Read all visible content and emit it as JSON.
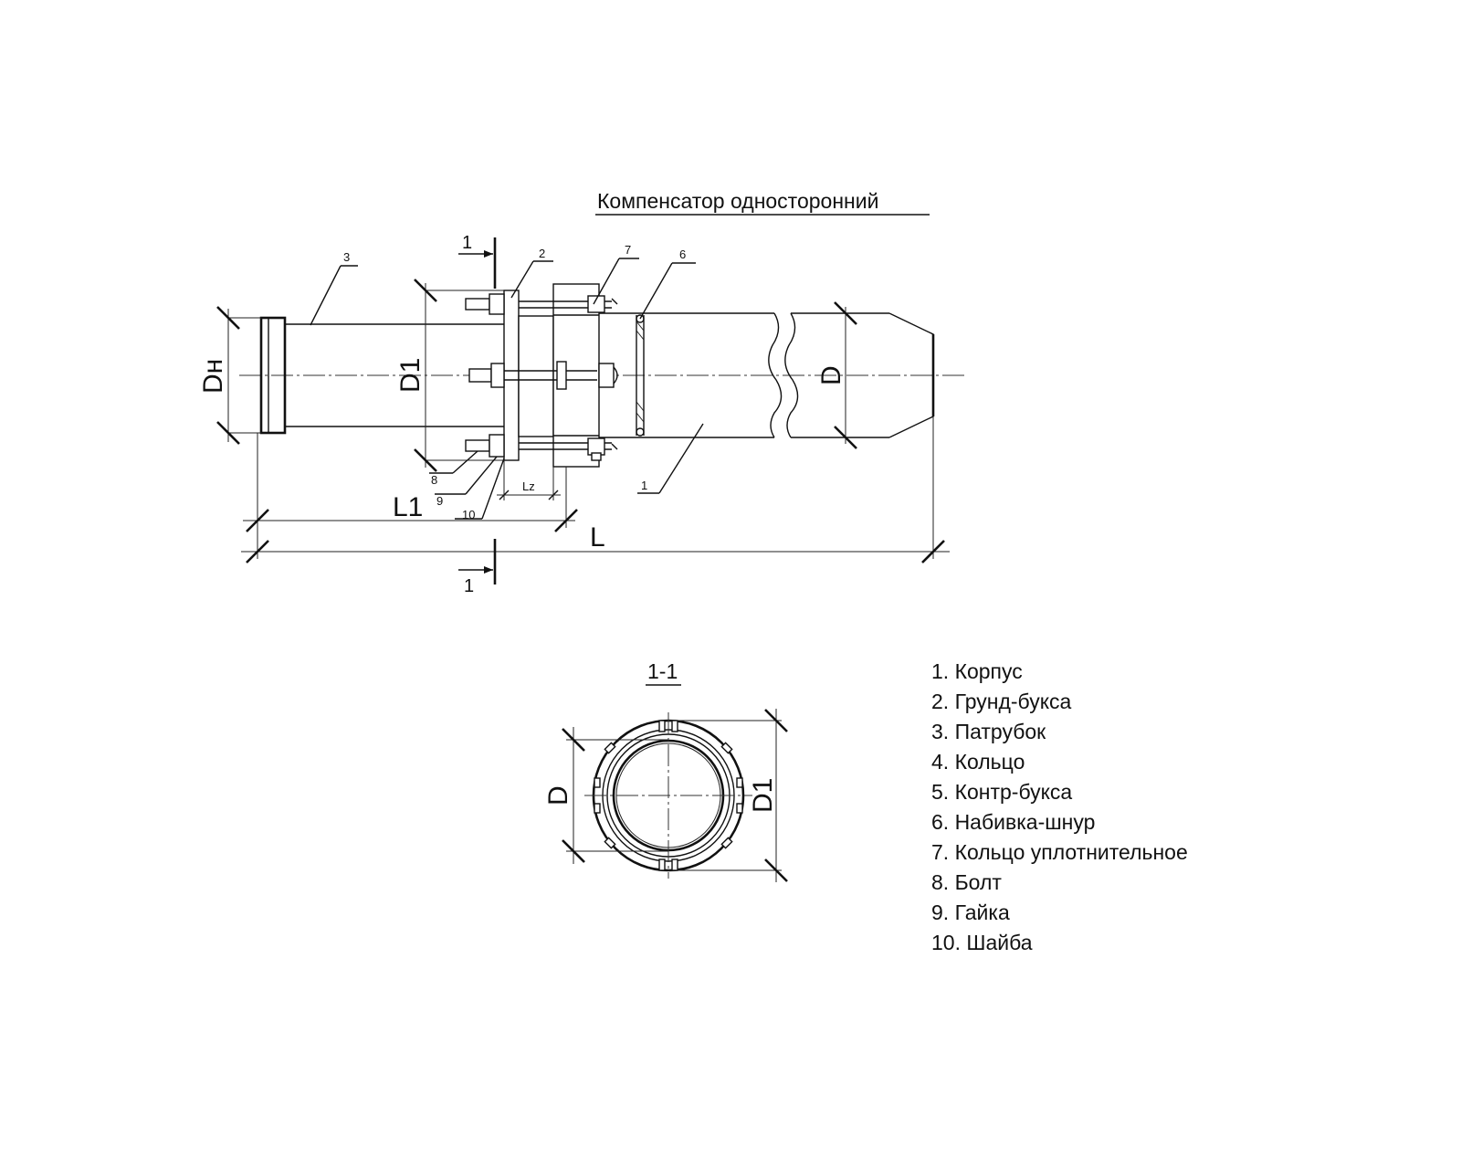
{
  "drawing": {
    "title": "Компенсатор односторонний",
    "section_title": "1-1",
    "section_marks": [
      "1",
      "1"
    ],
    "dimensions": {
      "dn": "Dн",
      "d1_main": "D1",
      "d_main": "D",
      "l1": "L1",
      "l": "L",
      "lz": "Lz",
      "d_section": "D",
      "d1_section": "D1"
    },
    "callouts": {
      "p3": "3",
      "p2": "2",
      "p7": "7",
      "p6": "6",
      "p1": "1",
      "p8": "8",
      "p9": "9",
      "p10": "10"
    }
  },
  "legend": {
    "items": [
      "1. Корпус",
      "2. Грунд-букса",
      "3. Патрубок",
      "4. Кольцо",
      "5. Контр-букса",
      "6. Набивка-шнур",
      "7. Кольцо уплотнительное",
      "8. Болт",
      "9. Гайка",
      "10. Шайба"
    ]
  }
}
